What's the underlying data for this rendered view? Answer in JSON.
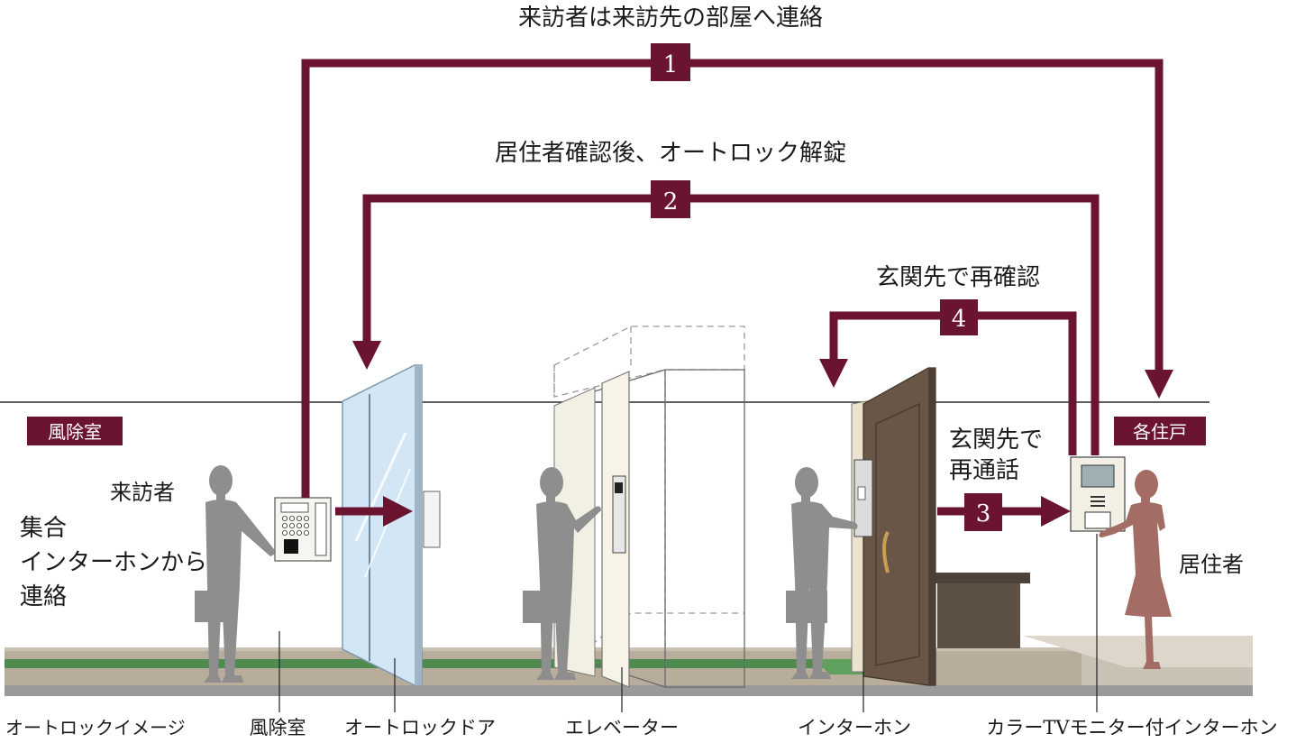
{
  "steps": {
    "s1": {
      "number": "1",
      "label": "来訪者は来訪先の部屋へ連絡"
    },
    "s2": {
      "number": "2",
      "label": "居住者確認後、オートロック解錠"
    },
    "s3": {
      "number": "3",
      "label_line1": "玄関先で",
      "label_line2": "再通話"
    },
    "s4": {
      "number": "4",
      "label": "玄関先で再確認"
    }
  },
  "zones": {
    "windbreak": "風除室",
    "residence": "各住戸"
  },
  "people": {
    "visitor": "来訪者",
    "resident": "居住者"
  },
  "note": {
    "line1": "集合",
    "line2": "インターホンから",
    "line3": "連絡"
  },
  "captions": {
    "autolock_image": "オートロックイメージ",
    "windbreak_room": "風除室",
    "autolock_door": "オートロックドア",
    "elevator": "エレベーター",
    "intercom": "インターホン",
    "color_tv_intercom": "カラーTVモニター付インターホン"
  },
  "colors": {
    "accent": "#6b1432",
    "silhouette": "#8e8e8e",
    "resident_silhouette": "#a36d65",
    "floor_green": "#4f8a4f",
    "floor_tan": "#b8ad9b"
  }
}
